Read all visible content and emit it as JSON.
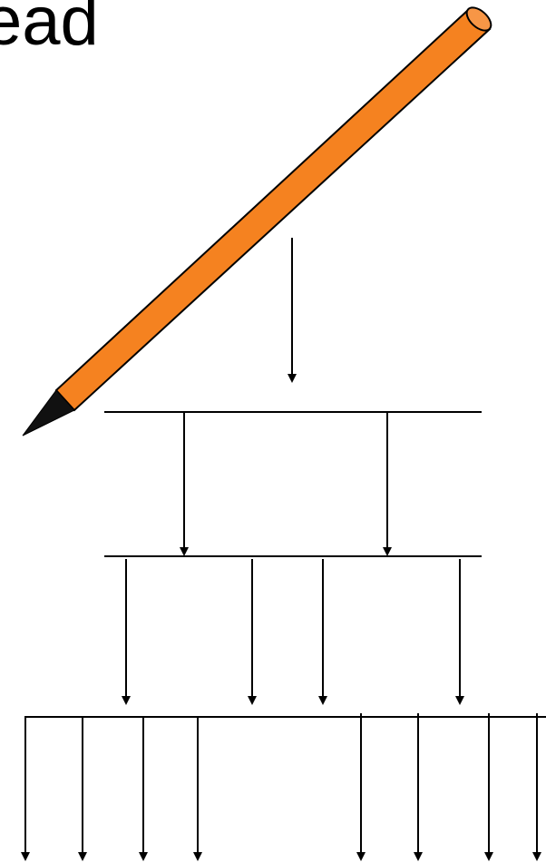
{
  "title": {
    "visible_text": "ead"
  },
  "colors": {
    "pencil_body": "#F58220",
    "pencil_tip": "#111111",
    "line": "#000000",
    "background": "#FFFFFF"
  },
  "diagram": {
    "type": "fan-out tree",
    "levels": [
      {
        "name": "level-1-bar",
        "arrows_out": 2
      },
      {
        "name": "level-2-bar",
        "arrows_out": 4
      },
      {
        "name": "level-3-bar",
        "arrows_out": 8
      }
    ]
  }
}
